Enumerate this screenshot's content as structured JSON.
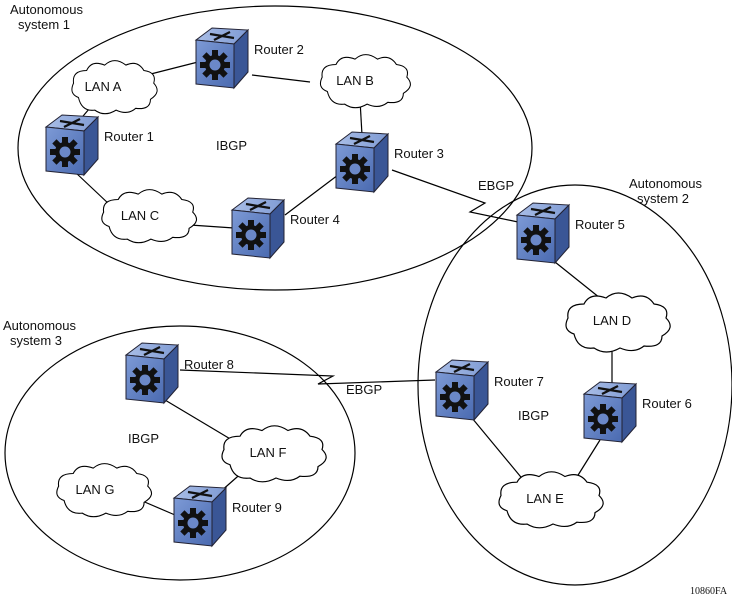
{
  "autonomous_systems": [
    {
      "line1": "Autonomous",
      "line2": "system 1",
      "protocol": "IBGP"
    },
    {
      "line1": "Autonomous",
      "line2": "system 2",
      "protocol": "IBGP"
    },
    {
      "line1": "Autonomous",
      "line2": "system 3",
      "protocol": "IBGP"
    }
  ],
  "routers": [
    "Router 1",
    "Router 2",
    "Router 3",
    "Router 4",
    "Router 5",
    "Router 6",
    "Router 7",
    "Router 8",
    "Router 9"
  ],
  "lans": [
    "LAN A",
    "LAN B",
    "LAN C",
    "LAN D",
    "LAN E",
    "LAN F",
    "LAN G"
  ],
  "ebgp_links": [
    "EBGP",
    "EBGP"
  ],
  "figure_id": "10860FA",
  "colors": {
    "router_face": "#5b7fc4",
    "router_top": "#8fa9dd",
    "router_side": "#3d5a99",
    "line": "#000000"
  }
}
